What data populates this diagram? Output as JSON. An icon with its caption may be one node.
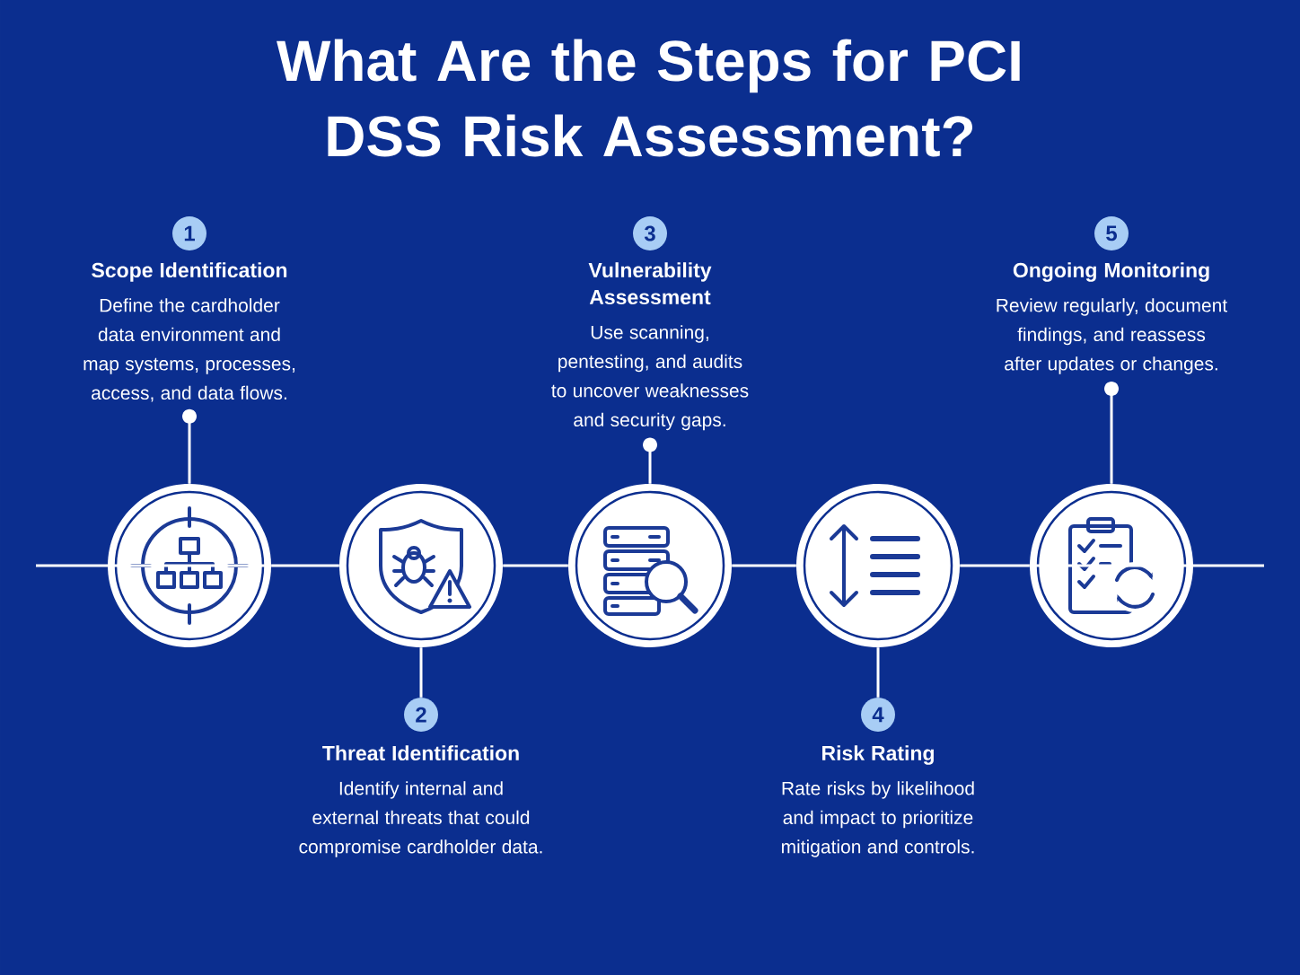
{
  "diagram": {
    "title": "What Are the Steps for PCI DSS Risk Assessment?",
    "nodes": [
      {
        "text": [
          "1"
        ]
      },
      {
        "text": [
          "Scope Identification",
          "Define the cardholder data environment and map systems, processes, access, and data flows."
        ]
      },
      {
        "text": [
          "3"
        ]
      },
      {
        "text": [
          "Vulnerability Assessment",
          "Use scanning, pentesting, and audits to uncover weaknesses and security gaps."
        ]
      },
      {
        "text": [
          "5"
        ]
      },
      {
        "text": [
          "Ongoing Monitoring",
          "Review regularly, document findings, and reassess after updates or changes."
        ]
      },
      {
        "text": [],
        "shape": "circle"
      },
      {
        "text": [],
        "shape": "circle"
      },
      {
        "text": [],
        "shape": "circle"
      },
      {
        "text": [],
        "shape": "circle"
      },
      {
        "text": [],
        "shape": "circle"
      },
      {
        "text": [
          "2"
        ]
      },
      {
        "text": [
          "Threat Identification",
          "Identify internal and external threats that could compromise cardholder data."
        ]
      },
      {
        "text": [
          "4"
        ]
      },
      {
        "text": [
          "Risk Rating",
          "Rate risks by likelihood and impact to prioritize mitigation and controls."
        ]
      }
    ],
    "edges": [
      {
        "from": 1,
        "to": 6,
        "arrow": "other"
      },
      {
        "from": 3,
        "to": 8,
        "arrow": "other"
      },
      {
        "from": 5,
        "to": 10,
        "arrow": "other"
      },
      {
        "from": 7,
        "to": 11,
        "arrow": "none"
      },
      {
        "from": 9,
        "to": 13,
        "arrow": "none"
      },
      {
        "from": null,
        "to": 6,
        "arrow": "none"
      },
      {
        "from": 6,
        "to": 7,
        "arrow": "none"
      },
      {
        "from": 7,
        "to": 8,
        "arrow": "none"
      },
      {
        "from": 8,
        "to": 9,
        "arrow": "none"
      },
      {
        "from": 9,
        "to": 10,
        "arrow": "none"
      },
      {
        "from": 10,
        "to": null,
        "arrow": "none"
      }
    ]
  }
}
